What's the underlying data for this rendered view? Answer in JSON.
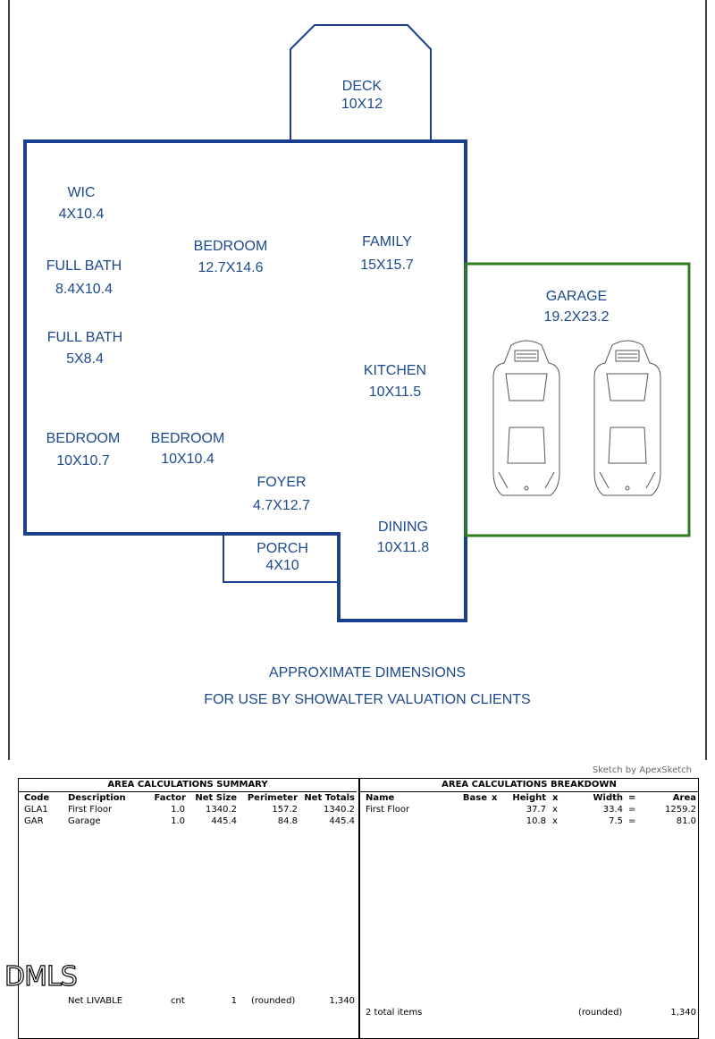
{
  "rooms": [
    {
      "id": "deck",
      "name": "DECK",
      "dims": "10X12"
    },
    {
      "id": "wic",
      "name": "WIC",
      "dims": "4X10.4"
    },
    {
      "id": "bedroom-1",
      "name": "BEDROOM",
      "dims": "12.7X14.6"
    },
    {
      "id": "family",
      "name": "FAMILY",
      "dims": "15X15.7"
    },
    {
      "id": "full-bath-1",
      "name": "FULL BATH",
      "dims": "8.4X10.4"
    },
    {
      "id": "garage",
      "name": "GARAGE",
      "dims": "19.2X23.2"
    },
    {
      "id": "full-bath-2",
      "name": "FULL BATH",
      "dims": "5X8.4"
    },
    {
      "id": "kitchen",
      "name": "KITCHEN",
      "dims": "10X11.5"
    },
    {
      "id": "bedroom-2",
      "name": "BEDROOM",
      "dims": "10X10.7"
    },
    {
      "id": "bedroom-3",
      "name": "BEDROOM",
      "dims": "10X10.4"
    },
    {
      "id": "foyer",
      "name": "FOYER",
      "dims": "4.7X12.7"
    },
    {
      "id": "dining",
      "name": "DINING",
      "dims": "10X11.8"
    },
    {
      "id": "porch",
      "name": "PORCH",
      "dims": "4X10"
    }
  ],
  "notes": {
    "line1": "APPROXIMATE DIMENSIONS",
    "line2": "FOR USE BY SHOWALTER VALUATION CLIENTS"
  },
  "credit": "Sketch by ApexSketch",
  "summary": {
    "title": "AREA CALCULATIONS SUMMARY",
    "headers": [
      "Code",
      "Description",
      "Factor",
      "Net Size",
      "Perimeter",
      "Net Totals"
    ],
    "rows": [
      [
        "GLA1",
        "First Floor",
        "1.0",
        "1340.2",
        "157.2",
        "1340.2"
      ],
      [
        "GAR",
        "Garage",
        "1.0",
        "445.4",
        "84.8",
        "445.4"
      ]
    ],
    "footer": {
      "label": "Net LIVABLE",
      "unit": "cnt",
      "count": "1",
      "rounded": "(rounded)",
      "total": "1,340"
    }
  },
  "breakdown": {
    "title": "AREA CALCULATIONS BREAKDOWN",
    "headers": [
      "Name",
      "Base",
      "x",
      "Height",
      "x",
      "Width",
      "=",
      "Area"
    ],
    "rows": [
      [
        "First Floor",
        "",
        "",
        "37.7",
        "x",
        "33.4",
        "=",
        "1259.2"
      ],
      [
        "",
        "",
        "",
        "10.8",
        "x",
        "7.5",
        "=",
        "81.0"
      ]
    ],
    "footer": {
      "items": "2 total items",
      "rounded": "(rounded)",
      "total": "1,340"
    }
  },
  "watermark": "DMLS",
  "colors": {
    "house": "#1b3f8f",
    "garage": "#2e7d1f",
    "text": "#1b4a8c"
  }
}
